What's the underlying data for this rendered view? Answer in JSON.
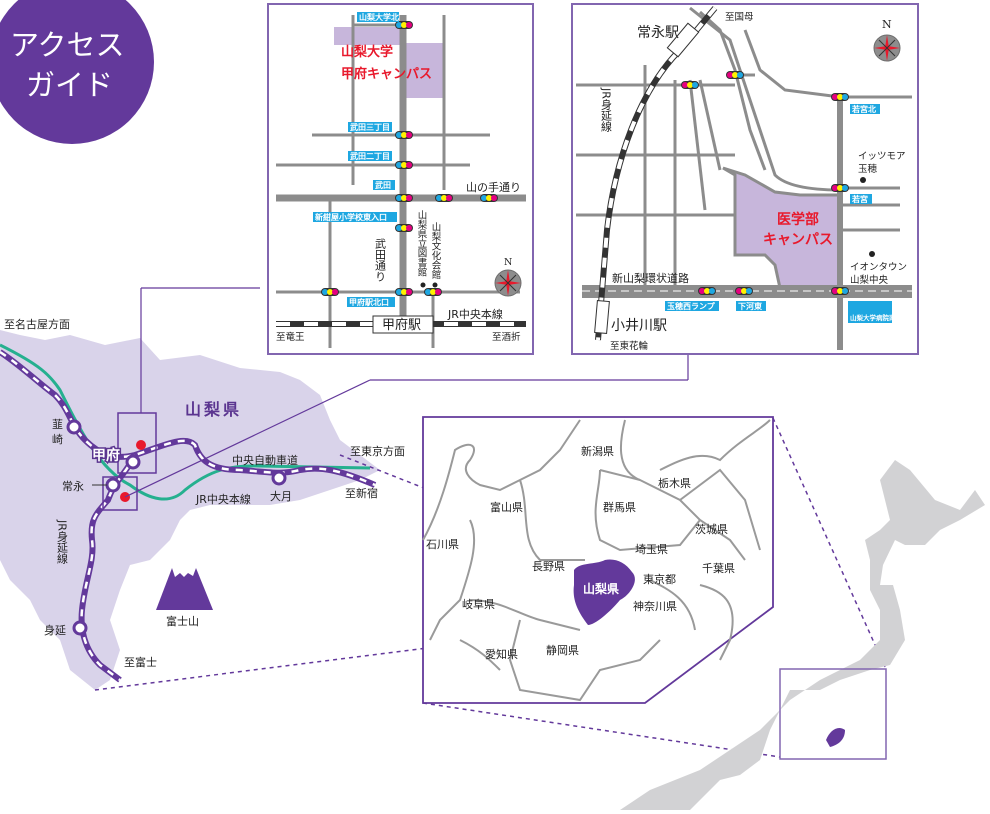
{
  "title": {
    "line1": "アクセス",
    "line2": "ガイド"
  },
  "colors": {
    "brand_purple": "#63399b",
    "prefecture_fill": "#d9d3ea",
    "campus_fill": "#c7b6db",
    "campus_label": "#e8192c",
    "expressway": "#25b08f",
    "road": "#8c8c8c",
    "signal_label_bg": "#1ea7e1",
    "japan_gray": "#d2d2d4"
  },
  "kofu_map": {
    "campus_label_line1": "山梨大学",
    "campus_label_line2": "甲府キャンパス",
    "signals": [
      "山梨大学北",
      "武田三丁目",
      "武田二丁目",
      "武田",
      "新紺屋小学校東入口",
      "甲府駅北口"
    ],
    "roads": {
      "yamanote": "山の手通り",
      "takeda": "武田通り"
    },
    "landmarks": [
      "山梨県立図書館",
      "山梨文化会館"
    ],
    "station": "甲府駅",
    "rail_line": "JR中央本線",
    "dir_left": "至竜王",
    "dir_right": "至酒折",
    "compass": "N"
  },
  "medical_map": {
    "campus_label_line1": "医学部",
    "campus_label_line2": "キャンパス",
    "station_top": "常永駅",
    "dir_top": "至国母",
    "rail_line": "JR身延線",
    "signals": [
      "若宮北",
      "若宮",
      "玉穂西ランプ",
      "下河東",
      "山梨大学病院南"
    ],
    "landmarks": [
      {
        "line1": "イッツモア",
        "line2": "玉穂"
      },
      {
        "line1": "イオンタウン",
        "line2": "山梨中央"
      }
    ],
    "ring_road": "新山梨環状道路",
    "station_bottom": "小井川駅",
    "dir_bottom": "至東花輪",
    "compass": "N"
  },
  "region_map": {
    "prefecture": "山梨県",
    "stations": [
      "韮崎",
      "甲府",
      "常永",
      "大月",
      "身延"
    ],
    "lines": {
      "chuo": "JR中央本線",
      "minobu": "JR身延線",
      "expressway": "中央自動車道"
    },
    "directions": [
      "至名古屋方面",
      "至東京方面",
      "至新宿",
      "至富士"
    ],
    "mountain": "富士山"
  },
  "kanto_map": {
    "prefectures": [
      "新潟県",
      "栃木県",
      "富山県",
      "群馬県",
      "茨城県",
      "石川県",
      "埼玉県",
      "長野県",
      "山梨県",
      "東京都",
      "千葉県",
      "岐阜県",
      "神奈川県",
      "愛知県",
      "静岡県"
    ]
  }
}
